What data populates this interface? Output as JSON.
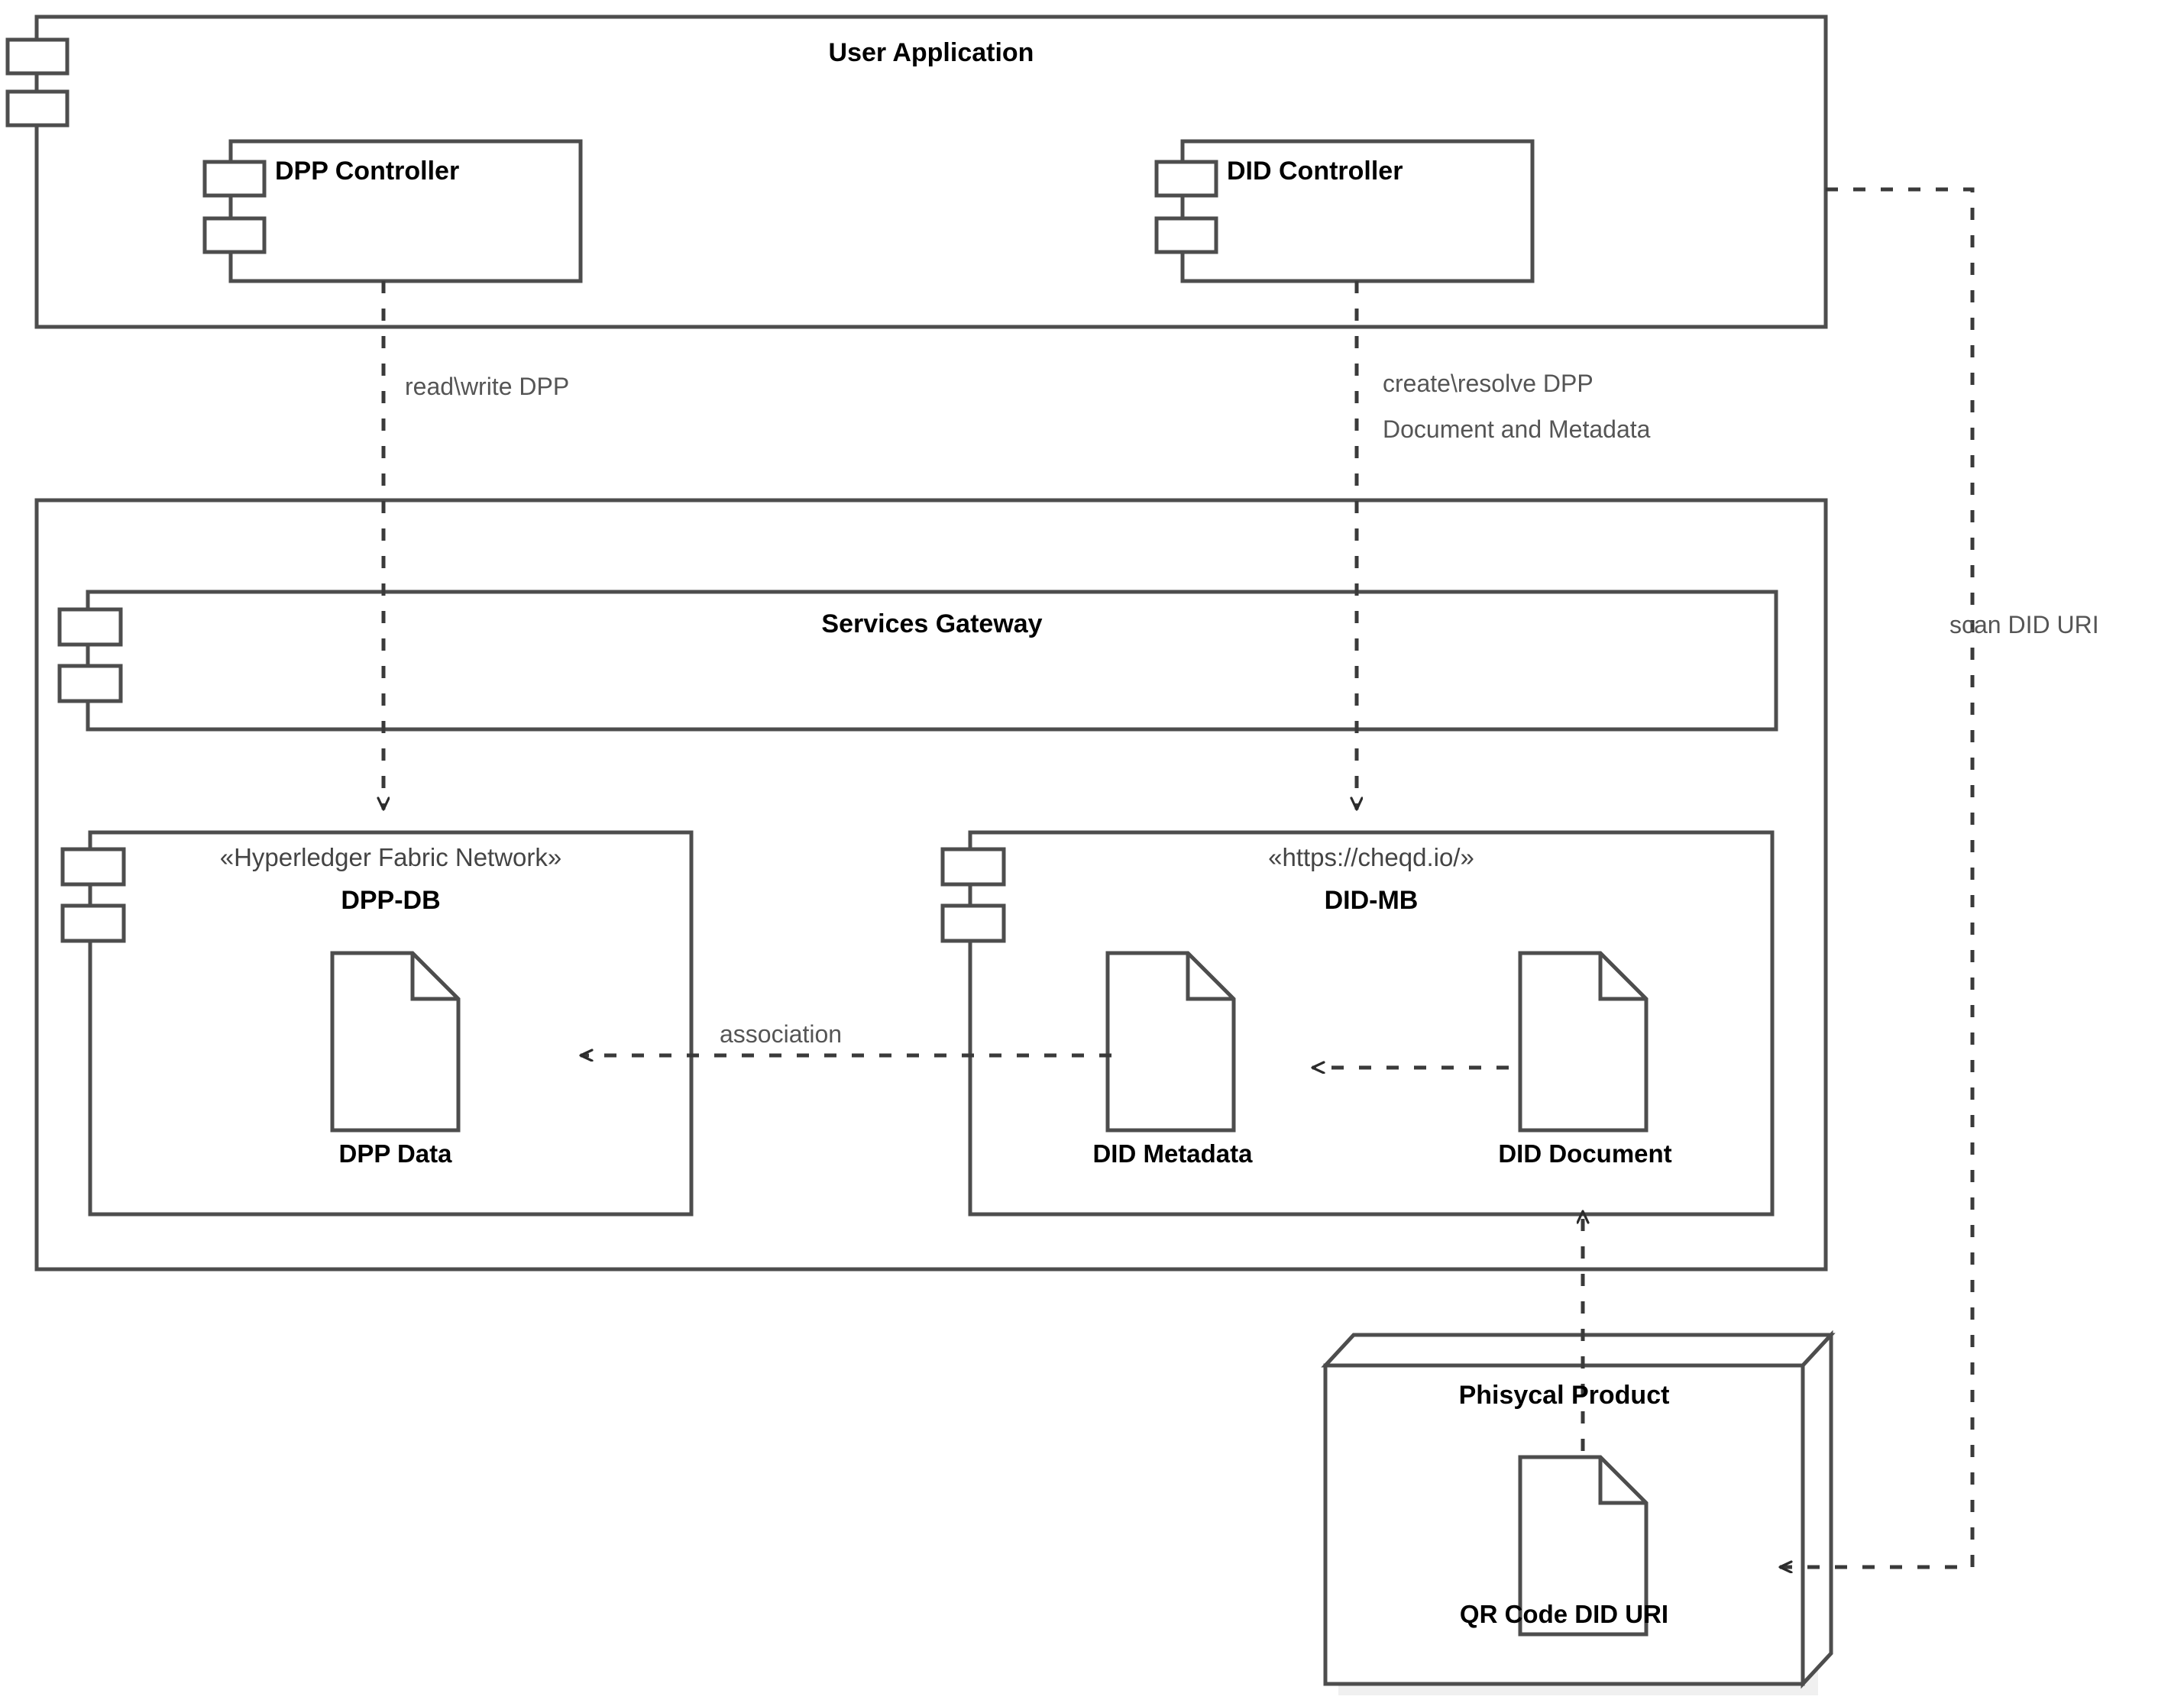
{
  "diagram": {
    "type": "uml-deployment-component-diagram",
    "nodes": [
      {
        "id": "user-application",
        "label": "User Application",
        "kind": "component-box",
        "components": [
          {
            "id": "dpp-controller",
            "label": "DPP Controller"
          },
          {
            "id": "did-controller",
            "label": "DID Controller"
          }
        ]
      },
      {
        "id": "platform",
        "label": "",
        "kind": "outer-box",
        "components": [
          {
            "id": "services-gateway",
            "label": "Services Gateway"
          }
        ],
        "nodes": [
          {
            "id": "dpp-db",
            "stereotype": "«Hyperledger Fabric Network»",
            "label": "DPP-DB",
            "artifacts": [
              {
                "id": "dpp-data",
                "label": "DPP Data"
              }
            ]
          },
          {
            "id": "did-mb",
            "stereotype": "«https://cheqd.io/»",
            "label": "DID-MB",
            "artifacts": [
              {
                "id": "did-metadata",
                "label": "DID Metadata"
              },
              {
                "id": "did-document",
                "label": "DID Document"
              }
            ]
          }
        ]
      },
      {
        "id": "phisycal-product",
        "label": "Phisycal Product",
        "kind": "device-3d",
        "artifacts": [
          {
            "id": "qr-code-did-uri",
            "label": "QR Code DID URI"
          }
        ]
      }
    ],
    "edges": [
      {
        "id": "edge-readwrite-dpp",
        "label": "read\\write DPP",
        "from": "dpp-controller",
        "to": "dpp-db",
        "style": "dashed",
        "arrow": "open"
      },
      {
        "id": "edge-create-resolve",
        "label": "create\\resolve DPP\nDocument and Metadata",
        "label_line1": "create\\resolve DPP",
        "label_line2": "Document and Metadata",
        "from": "did-controller",
        "to": "did-mb",
        "style": "dashed",
        "arrow": "open"
      },
      {
        "id": "edge-association",
        "label": "association",
        "from": "did-metadata",
        "to": "dpp-data",
        "style": "dashed",
        "arrow": "open"
      },
      {
        "id": "edge-doc-to-metadata",
        "label": "",
        "from": "did-document",
        "to": "did-metadata",
        "style": "dashed",
        "arrow": "open"
      },
      {
        "id": "edge-qr-to-did-document",
        "label": "",
        "from": "qr-code-did-uri",
        "to": "did-document",
        "style": "dashed",
        "arrow": "open"
      },
      {
        "id": "edge-scan-did-uri",
        "label": "scan DID URI",
        "from": "did-controller",
        "to": "phisycal-product",
        "style": "dashed",
        "arrow": "open"
      }
    ],
    "colors": {
      "stroke": "#4d4d4d",
      "text": "#000000",
      "muted_text": "#555555",
      "shadow": "#f0f0f0",
      "background": "#ffffff"
    }
  }
}
